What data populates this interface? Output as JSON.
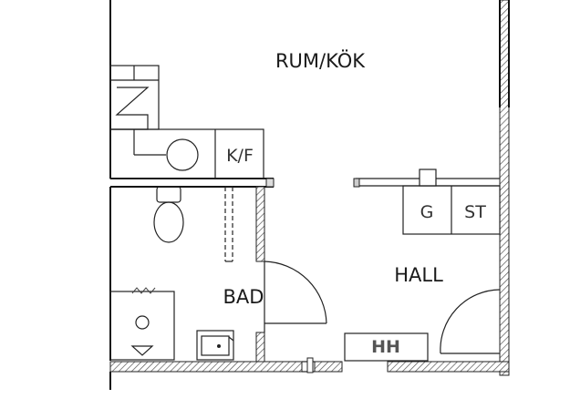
{
  "plan": {
    "rooms": {
      "rum_kok": "RUM/KÖK",
      "bad": "BAD",
      "hall": "HALL"
    },
    "fixtures": {
      "kf": "K/F",
      "g": "G",
      "st": "ST",
      "hh": "HH"
    }
  }
}
